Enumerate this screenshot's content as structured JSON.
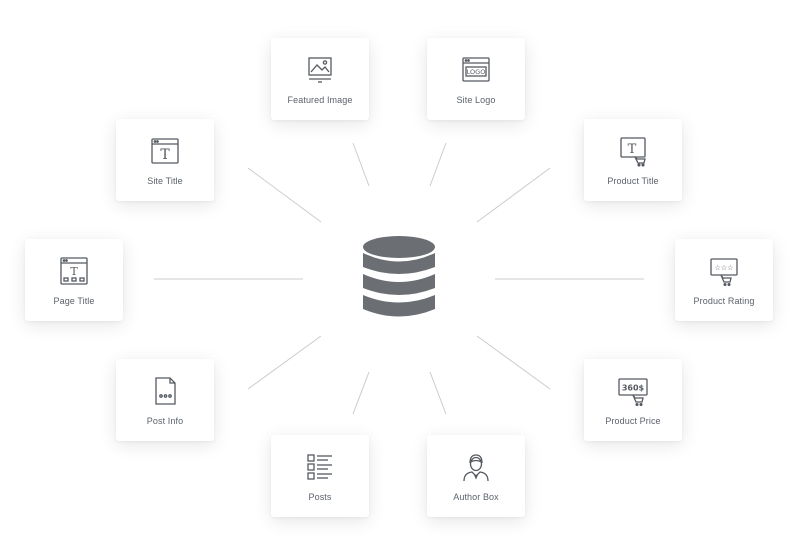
{
  "center": {
    "icon": "database-icon",
    "color": "#6b6e73"
  },
  "colors": {
    "line": "#c9ccd0",
    "icon_stroke": "#555a61",
    "label": "#5b616b"
  },
  "nodes": {
    "featured_image": {
      "label": "Featured Image",
      "icon": "image-icon"
    },
    "site_logo": {
      "label": "Site Logo",
      "icon": "logo-icon",
      "logo_text": "LOGO"
    },
    "site_title": {
      "label": "Site Title",
      "icon": "title-window-icon",
      "glyph": "T"
    },
    "product_title": {
      "label": "Product Title",
      "icon": "title-cart-icon",
      "glyph": "T"
    },
    "page_title": {
      "label": "Page Title",
      "icon": "page-title-window-icon",
      "glyph": "T"
    },
    "product_rating": {
      "label": "Product Rating",
      "icon": "rating-cart-icon",
      "stars": "☆☆☆"
    },
    "post_info": {
      "label": "Post Info",
      "icon": "document-icon"
    },
    "product_price": {
      "label": "Product Price",
      "icon": "price-cart-icon",
      "price_text": "360$"
    },
    "posts": {
      "label": "Posts",
      "icon": "list-icon"
    },
    "author_box": {
      "label": "Author Box",
      "icon": "author-icon"
    }
  }
}
